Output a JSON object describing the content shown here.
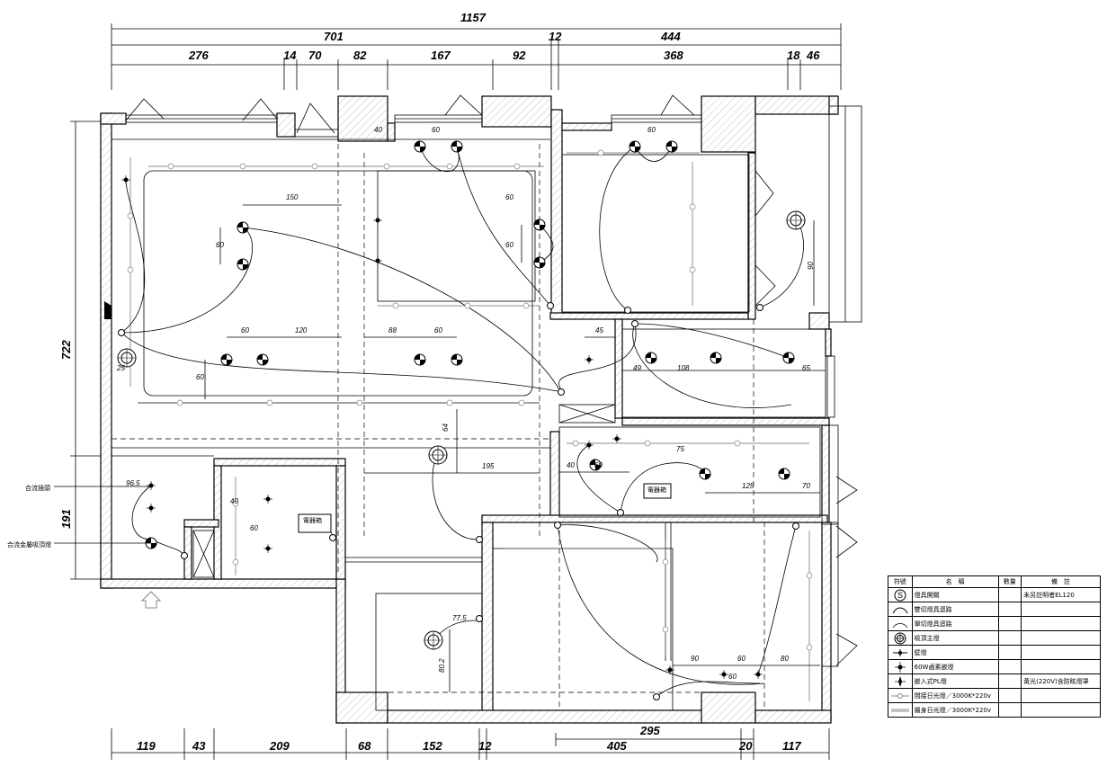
{
  "dimensions": {
    "top_total": "1157",
    "top_row1": [
      "701",
      "12",
      "444"
    ],
    "top_row2": [
      "276",
      "14",
      "70",
      "82",
      "167",
      "92",
      "368",
      "18",
      "46"
    ],
    "left": [
      "722",
      "191"
    ],
    "bottom": [
      "119",
      "43",
      "209",
      "68",
      "152",
      "12",
      "405",
      "20",
      "117"
    ],
    "bottom_inner": "295"
  },
  "annotations": [
    {
      "text": "150"
    },
    {
      "text": "60"
    },
    {
      "text": "60"
    },
    {
      "text": "120"
    },
    {
      "text": "60"
    },
    {
      "text": "88"
    },
    {
      "text": "60"
    },
    {
      "text": "45"
    },
    {
      "text": "60"
    },
    {
      "text": "60"
    },
    {
      "text": "60"
    },
    {
      "text": "60"
    },
    {
      "text": "40"
    },
    {
      "text": "60"
    },
    {
      "text": "75"
    },
    {
      "text": "125"
    },
    {
      "text": "70"
    },
    {
      "text": "40"
    },
    {
      "text": "60"
    },
    {
      "text": "195"
    },
    {
      "text": "90"
    },
    {
      "text": "60"
    },
    {
      "text": "80"
    },
    {
      "text": "80.2"
    },
    {
      "text": "77.5"
    },
    {
      "text": "60"
    },
    {
      "text": "25"
    },
    {
      "text": "65"
    },
    {
      "text": "108"
    },
    {
      "text": "49"
    },
    {
      "text": "96.5"
    },
    {
      "text": "90"
    },
    {
      "text": "64"
    },
    {
      "text": "40"
    }
  ],
  "side_labels": [
    {
      "text": "合流插頭"
    },
    {
      "text": "合流金屬吸頂燈"
    }
  ],
  "boxes": [
    {
      "text": "電器箱"
    },
    {
      "text": "電器箱"
    }
  ],
  "legend": {
    "headers": [
      "符號",
      "名　稱",
      "數量",
      "備　註"
    ],
    "rows": [
      {
        "icon": "switch-s-icon",
        "name": "燈具開關",
        "qty": "",
        "note": "未另註明者EL120"
      },
      {
        "icon": "double-arc-icon",
        "name": "雙切燈具迴路",
        "qty": "",
        "note": ""
      },
      {
        "icon": "single-arc-icon",
        "name": "單切燈具迴路",
        "qty": "",
        "note": ""
      },
      {
        "icon": "ceiling-light-icon",
        "name": "吸頂主燈",
        "qty": "",
        "note": ""
      },
      {
        "icon": "wall-lamp-icon",
        "name": "壁燈",
        "qty": "",
        "note": ""
      },
      {
        "icon": "halogen-icon",
        "name": "60W鹵素嵌燈",
        "qty": "",
        "note": ""
      },
      {
        "icon": "pl-lamp-icon",
        "name": "嵌入式PL燈",
        "qty": "",
        "note": "黃光(220V)含防眩燈罩"
      },
      {
        "icon": "indirect-fluorescent-icon",
        "name": "間接日光燈／3000K*220v",
        "qty": "",
        "note": ""
      },
      {
        "icon": "fluorescent-icon",
        "name": "層身日光燈／3000K*220v",
        "qty": "",
        "note": ""
      }
    ]
  }
}
